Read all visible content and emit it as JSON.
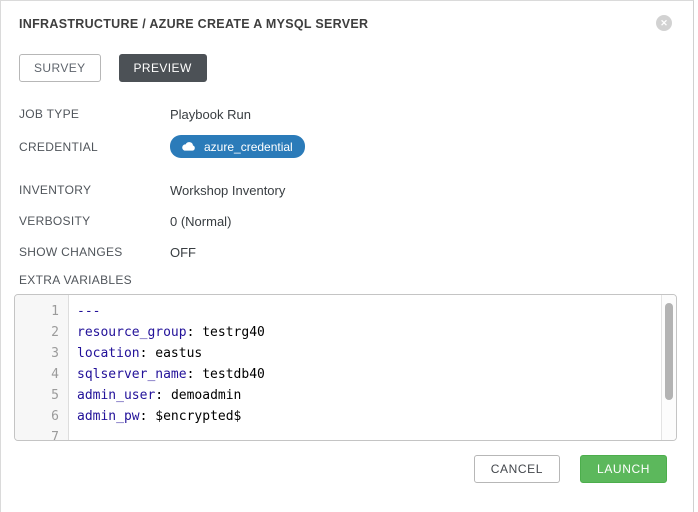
{
  "header": {
    "title": "INFRASTRUCTURE / AZURE CREATE A MYSQL SERVER",
    "close_glyph": "✕"
  },
  "tabs": {
    "survey": "SURVEY",
    "preview": "PREVIEW",
    "active": "PREVIEW"
  },
  "details": {
    "rows": [
      {
        "label": "JOB TYPE",
        "value": "Playbook Run"
      },
      {
        "label": "CREDENTIAL",
        "value": "azure_credential"
      },
      {
        "label": "INVENTORY",
        "value": "Workshop Inventory"
      },
      {
        "label": "VERBOSITY",
        "value": "0 (Normal)"
      },
      {
        "label": "SHOW CHANGES",
        "value": "OFF"
      }
    ],
    "credential_icon": "cloud-icon"
  },
  "extra_variables": {
    "label": "EXTRA VARIABLES",
    "lines": [
      {
        "num": "1",
        "key": "---",
        "sep": "",
        "value": ""
      },
      {
        "num": "2",
        "key": "resource_group",
        "sep": ": ",
        "value": "testrg40"
      },
      {
        "num": "3",
        "key": "location",
        "sep": ": ",
        "value": "eastus"
      },
      {
        "num": "4",
        "key": "sqlserver_name",
        "sep": ": ",
        "value": "testdb40"
      },
      {
        "num": "5",
        "key": "admin_user",
        "sep": ": ",
        "value": "demoadmin"
      },
      {
        "num": "6",
        "key": "admin_pw",
        "sep": ": ",
        "value": "$encrypted$"
      },
      {
        "num": "7",
        "key": "",
        "sep": "",
        "value": ""
      }
    ]
  },
  "actions": {
    "cancel": "CANCEL",
    "launch": "LAUNCH"
  },
  "colors": {
    "credential_badge": "#2b7bb9",
    "preview_tab_active": "#4c5156",
    "launch_button": "#5cb85c",
    "yaml_key": "#221199",
    "close_icon_bg": "#d2d2d2"
  }
}
